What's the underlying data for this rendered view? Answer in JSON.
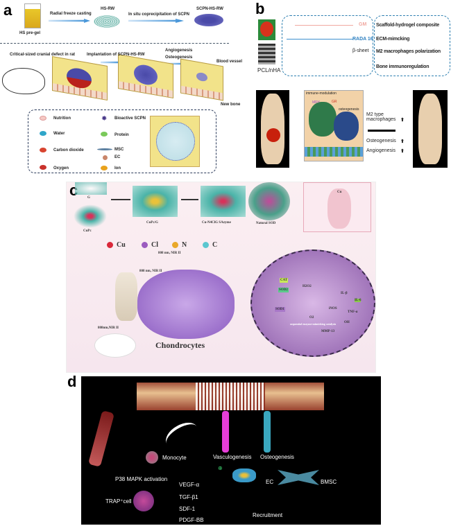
{
  "panel_a": {
    "label": "a",
    "hs_pregel": "HS pre-gel",
    "radial_freeze": "Radial freeze casting",
    "hs_rw": "HS-RW",
    "in_situ": "In situ coprecipitation of SCPN",
    "scpn_hs_rw": "SCPN-HS-RW",
    "defect": "Critical-sized cranial defect in rat",
    "implantation": "Implantation of SCPN-HS-RW",
    "angiogenesis": "Angiogenesis",
    "osteogenesis": "Osteogenesis",
    "blood_vessel": "Blood vessel",
    "new_bone": "New bone",
    "legend": [
      {
        "label": "Nutrition",
        "color": "#f6c9c4"
      },
      {
        "label": "Water",
        "color": "#2fa6c9"
      },
      {
        "label": "Carbon dioxide",
        "color": "#d8442f"
      },
      {
        "label": "Oxygen",
        "color": "#c9312b"
      },
      {
        "label": "Bioactive SCPN",
        "color": "#4a3a8a"
      },
      {
        "label": "Protein",
        "color": "#7ac95a"
      },
      {
        "label": "MSC",
        "color": "#5b7fa0"
      },
      {
        "label": "EC",
        "color": "#8a4a2a"
      },
      {
        "label": "Ion",
        "color": "#e9a21c"
      }
    ]
  },
  "panel_b": {
    "label": "b",
    "pcl": "PCL/nHA",
    "gm": "GM",
    "rada": "RADA 16",
    "beta": "β-sheet",
    "features": [
      "Scaffold-hydrogel composite",
      "ECM-mimcking",
      "M2 macrophages polarization",
      "Bone immunoregulation"
    ],
    "immune": "immune-modulation",
    "osteo_small": "osteogenesis",
    "mry": "MRY",
    "gr": "GR",
    "m2": "M2 type macrophages",
    "osteo": "Osteogenesis",
    "angio": "Angiogenesis",
    "up_arrow": "⬆"
  },
  "panel_c": {
    "label": "c",
    "g": "G",
    "cupc": "CuPc",
    "cupc_g": "CuPc/G",
    "sazyme": "Cu-N4ClG SAzyme",
    "natural_sod": "Natural SOD",
    "cu_label": "Cu",
    "elements": [
      {
        "label": "Cu",
        "color": "#d9283a"
      },
      {
        "label": "Cl",
        "color": "#9b5bbf"
      },
      {
        "label": "N",
        "color": "#e9a82a"
      },
      {
        "label": "C",
        "color": "#5bc6cf"
      }
    ],
    "nir1": "808 nm, NIR II",
    "nir2": "808 nm, NIR II",
    "nir3": "808nm,NIR II",
    "chondrocytes": "Chondrocytes",
    "cell_labels": [
      "CAT",
      "SOD2",
      "SOD1",
      "IL-β",
      "IL-6",
      "TNF-α",
      "iNOS",
      "MMP-13",
      "H2O2",
      "O2",
      "OH"
    ],
    "cascade": "sequential enzyme-mimicking catalysis"
  },
  "panel_d": {
    "label": "d",
    "monocyte": "Monocyte",
    "p38": "P38 MAPK activation",
    "trap": "TRAP⁺cell",
    "factors": [
      "VEGF-α",
      "TGF-β1",
      "SDF-1",
      "PDGF-BB"
    ],
    "vasculo": "Vasculogenesis",
    "osteo": "Osteogenesis",
    "ec": "EC",
    "bmsc": "BMSC",
    "recruit": "Recruitment",
    "plus": "⊕"
  }
}
